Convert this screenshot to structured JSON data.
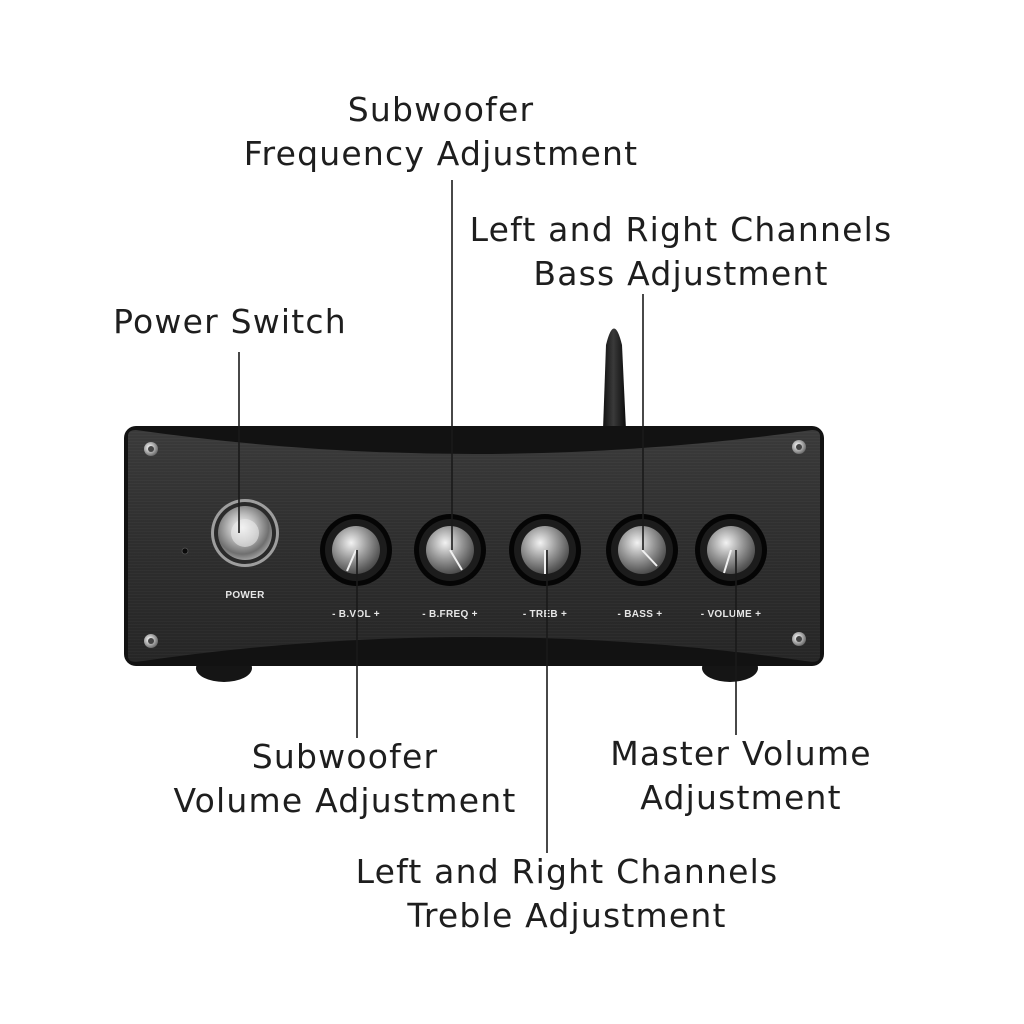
{
  "callouts": {
    "subwoofer_frequency": {
      "line1": "Subwoofer",
      "line2": "Frequency Adjustment"
    },
    "bass": {
      "line1": "Left and Right Channels",
      "line2": "Bass Adjustment"
    },
    "power": {
      "line1": "Power Switch"
    },
    "subwoofer_volume": {
      "line1": "Subwoofer",
      "line2": "Volume Adjustment"
    },
    "master_volume": {
      "line1": "Master Volume",
      "line2": "Adjustment"
    },
    "treble": {
      "line1": "Left and Right Channels",
      "line2": "Treble Adjustment"
    }
  },
  "panel_labels": {
    "power": "POWER",
    "bvol": "- B.VOL +",
    "bfreq": "- B.FREQ +",
    "treb": "- TREB +",
    "bass": "- BASS +",
    "volume": "- VOLUME +"
  },
  "colors": {
    "panel": "#2b2b2b",
    "panel_edge": "#0d0d0d",
    "leader_line": "#1a1a1a",
    "label_text": "#e6e6e6"
  }
}
